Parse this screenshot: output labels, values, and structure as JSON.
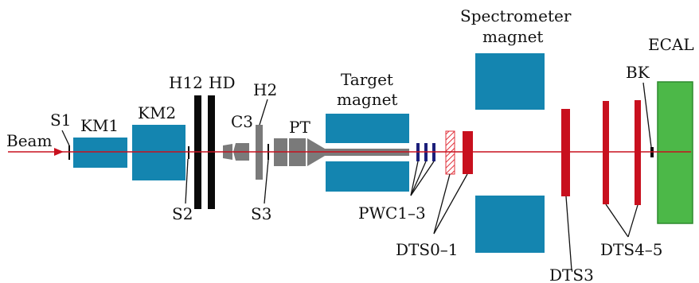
{
  "labels": {
    "beam": "Beam",
    "s1": "S1",
    "km1": "KM1",
    "km2": "KM2",
    "h12": "H12",
    "hd": "HD",
    "c3": "C3",
    "h2": "H2",
    "pt": "PT",
    "target_magnet_line1": "Target",
    "target_magnet_line2": "magnet",
    "spectrometer_magnet_line1": "Spectrometer",
    "spectrometer_magnet_line2": "magnet",
    "bk": "BK",
    "ecal": "ECAL",
    "s2": "S2",
    "s3": "S3",
    "pwc": "PWC1–3",
    "dts01": "DTS0–1",
    "dts3": "DTS3",
    "dts45": "DTS4–5"
  },
  "colors": {
    "magnet": "#1485b0",
    "detector_red": "#c8101e",
    "pwc": "#1c1f7a",
    "ecal": "#4cb848",
    "gray_components": "#7a7a7a",
    "black_components": "#0a0a0a"
  }
}
